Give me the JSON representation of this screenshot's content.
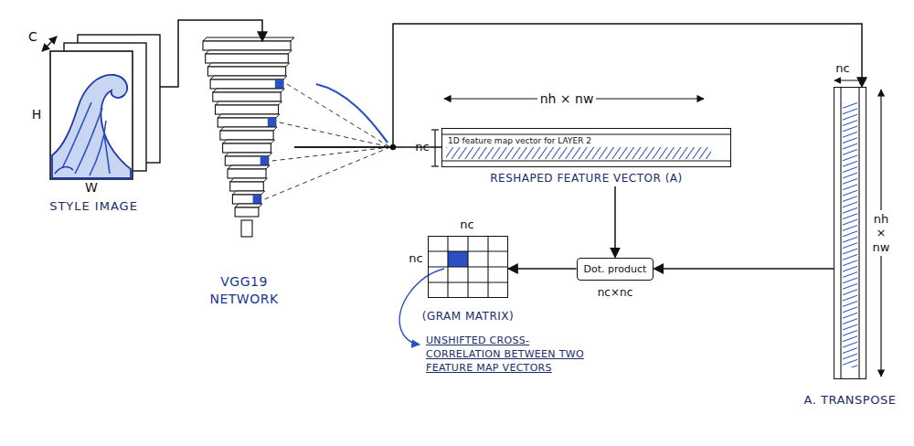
{
  "diagram": {
    "nodes": [
      {
        "text": [
          "STYLE IMAGE"
        ]
      },
      {
        "text": [
          "VGG19 NETWORK"
        ]
      },
      {
        "text": [
          "1D feature map vector for LAYER 2",
          "RESHAPED FEATURE VECTOR (A)"
        ]
      },
      {
        "text": [
          "(GRAM MATRIX)"
        ]
      },
      {
        "text": [
          "Dot. product"
        ]
      },
      {
        "text": [
          "A. TRANSPOSE"
        ]
      }
    ],
    "edges": [
      {
        "from": 0,
        "to": 1,
        "arrow": "to"
      },
      {
        "from": 1,
        "to": 2,
        "arrow": "none"
      },
      {
        "from": 1,
        "to": 5,
        "arrow": "to"
      },
      {
        "from": 2,
        "to": 4,
        "arrow": "to"
      },
      {
        "from": 5,
        "to": 4,
        "arrow": "to"
      },
      {
        "from": 4,
        "to": 3,
        "arrow": "to"
      }
    ],
    "labels": [
      "C",
      "H",
      "W",
      "nh × nw",
      "nc",
      "nc",
      "nh × nw",
      "nc×nc",
      "nc",
      "nc",
      "UNSHIFTED CROSS-CORRELATION BETWEEN TWO FEATURE MAP VECTORS"
    ]
  }
}
